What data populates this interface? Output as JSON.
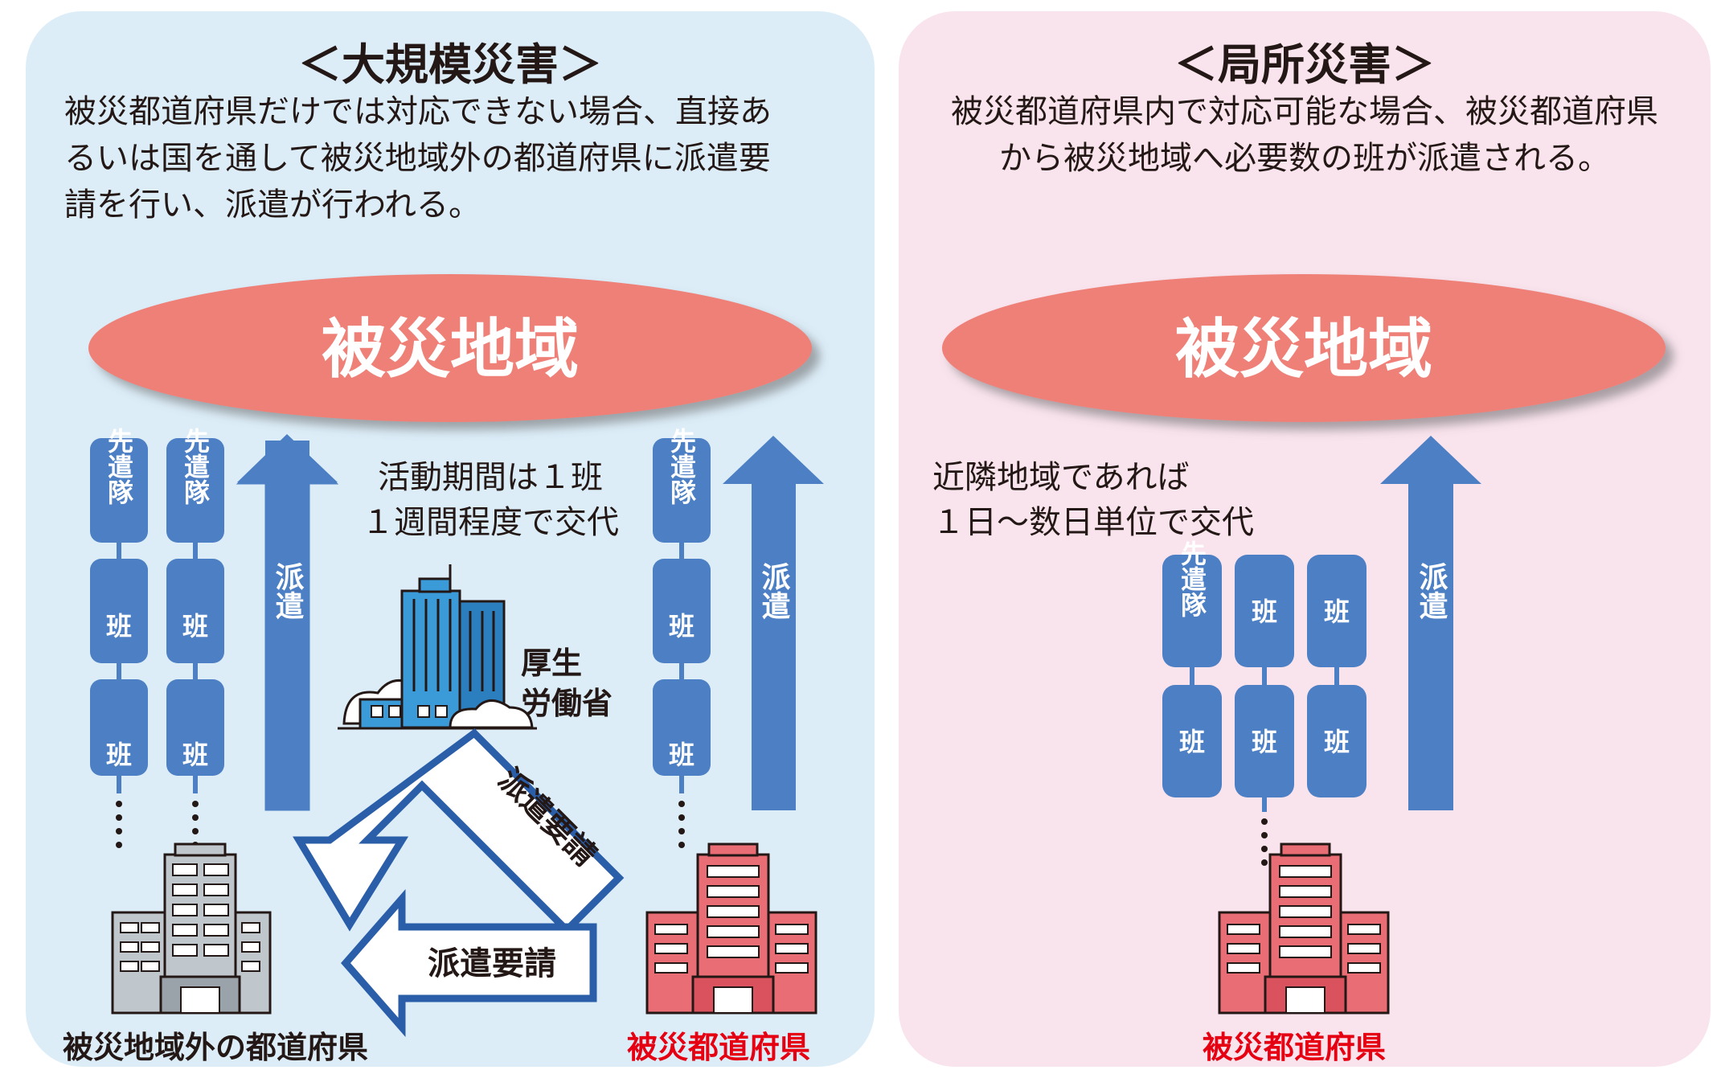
{
  "left_panel": {
    "title": "＜大規模災害＞",
    "description_lines": [
      "被災都道府県だけでは対応できない場合、直接あ",
      "るいは国を通して被災地域外の都道府県に派遣要",
      "請を行い、派遣が行われる。"
    ],
    "area_label": "被災地域",
    "period_note_lines": [
      "活動期間は１班",
      "１週間程度で交代"
    ],
    "ministry_label_lines": [
      "厚生",
      "労働省"
    ],
    "team_advance": "先遣隊",
    "team": "班",
    "dispatch": "派遣",
    "request_diagonal": "派遣要請",
    "request_horizontal": "派遣要請",
    "outside_pref_label": "被災地域外の都道府県",
    "affected_pref_label": "被災都道府県"
  },
  "right_panel": {
    "title": "＜局所災害＞",
    "description_lines": [
      "被災都道府県内で対応可能な場合、被災都道府県",
      "から被災地域へ必要数の班が派遣される。"
    ],
    "area_label": "被災地域",
    "period_note_lines": [
      "近隣地域であれば",
      "１日〜数日単位で交代"
    ],
    "team_advance": "先遣隊",
    "team": "班",
    "dispatch": "派遣",
    "affected_pref_label": "被災都道府県"
  },
  "colors": {
    "left_bg": "#dcedf8",
    "right_bg": "#f9e3ed",
    "ellipse": "#ef8078",
    "team_box": "#4c7fc4",
    "arrow": "#4c7fc4",
    "affected_building": "#e96d75",
    "outside_building": "#bfc6cc",
    "affected_label": "#e50012"
  }
}
